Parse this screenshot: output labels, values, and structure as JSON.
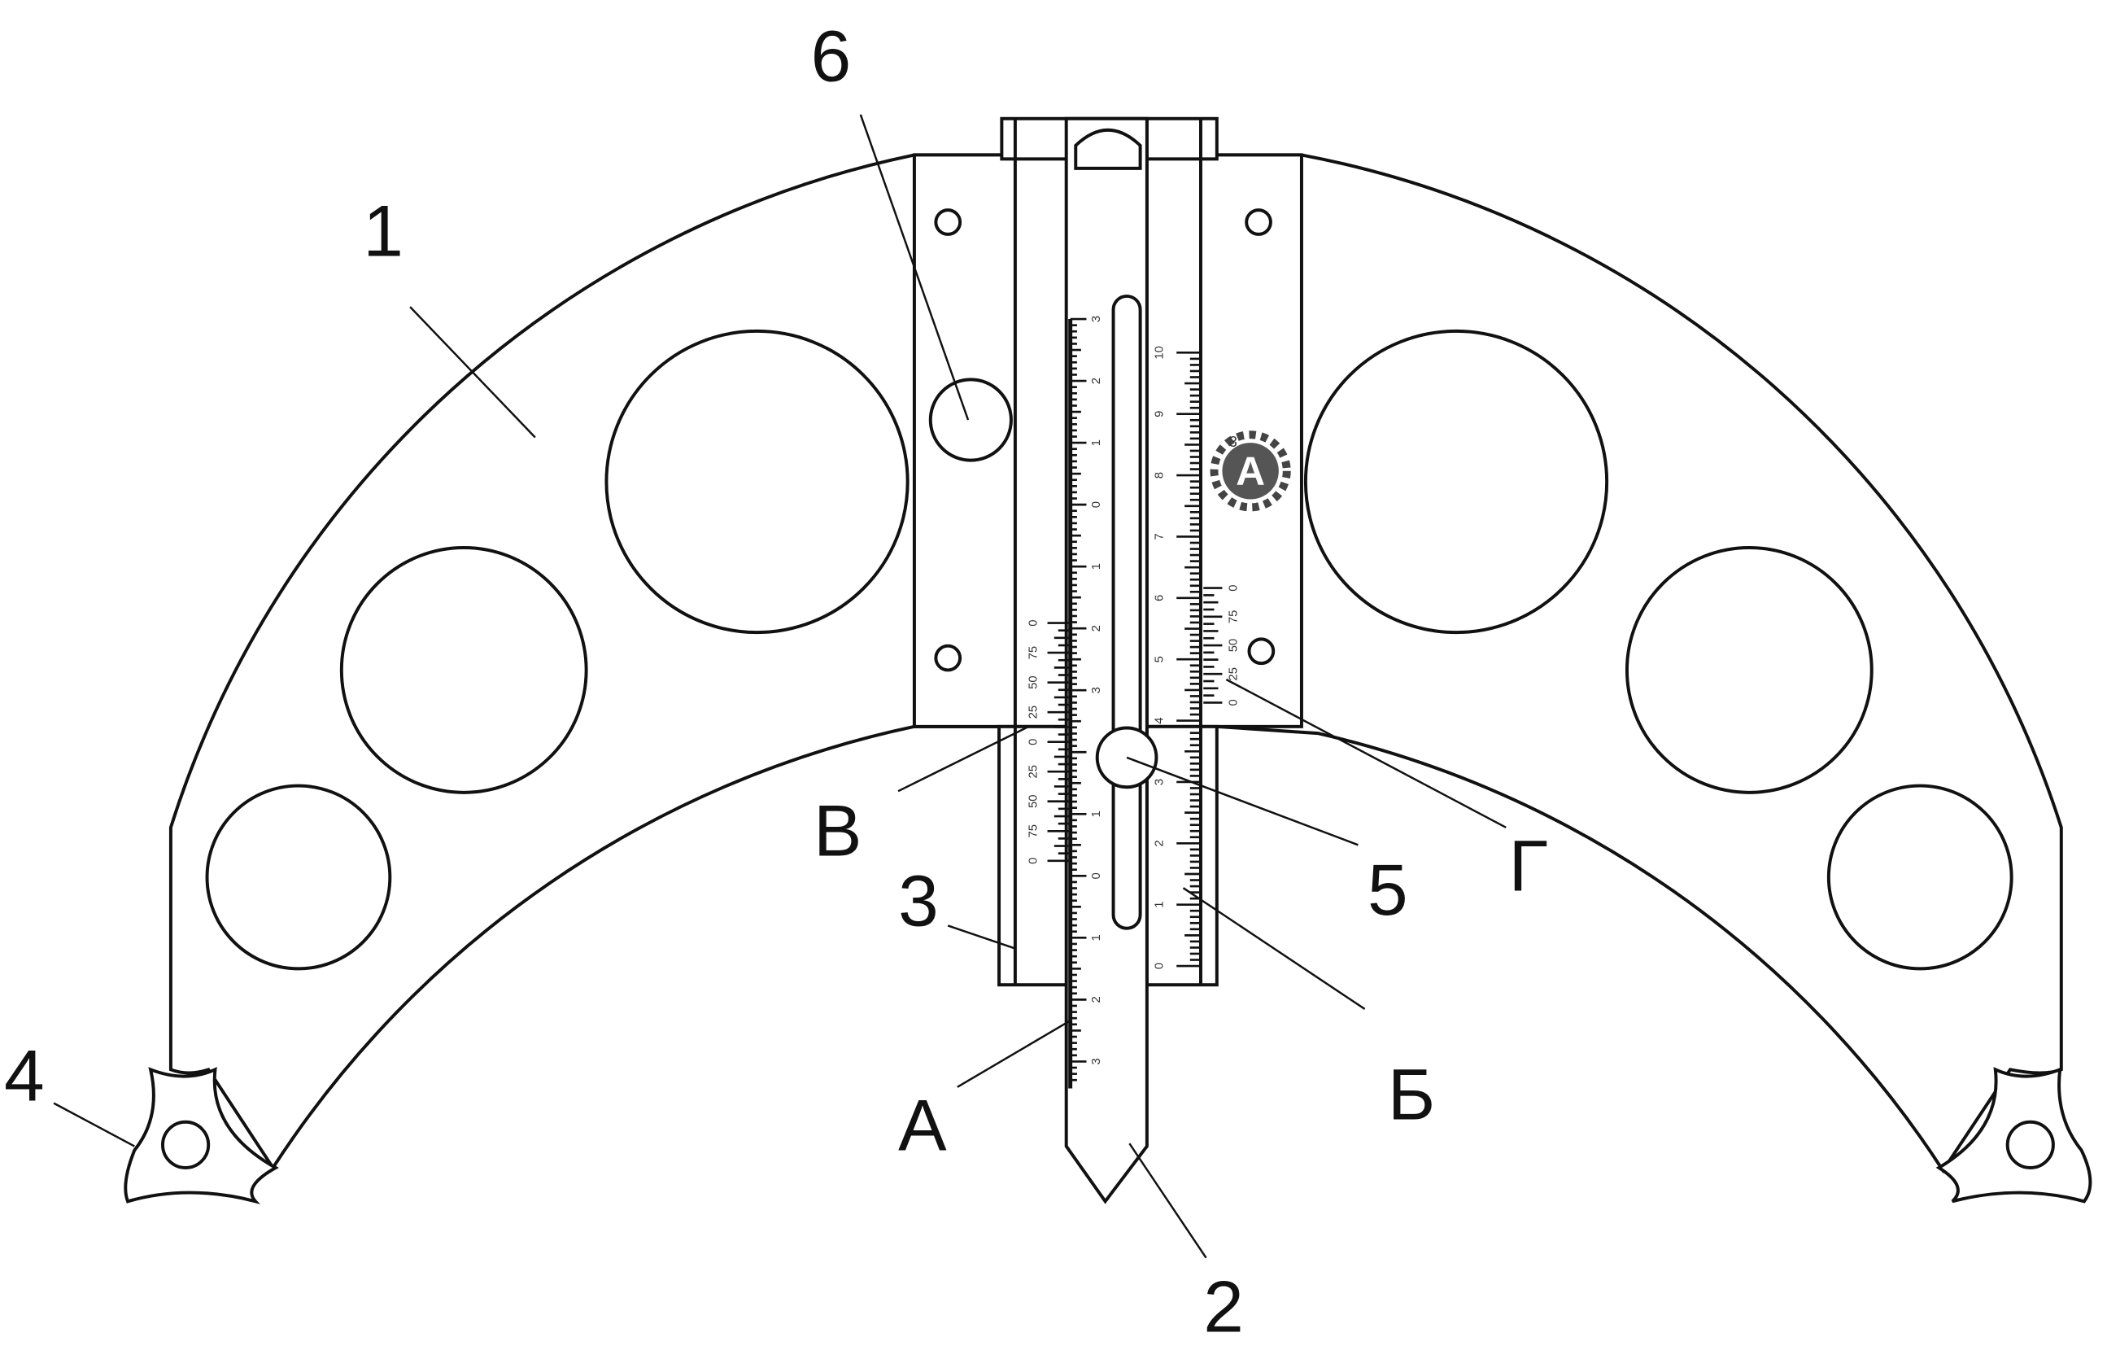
{
  "part_labels": {
    "body": "1",
    "ruler": "2",
    "frame": "3",
    "support": "4",
    "lock_knob": "5",
    "hole": "6",
    "main_scale": "А",
    "frame_scale": "Б",
    "vernier_left": "В",
    "vernier_right": "Г"
  },
  "logo": {
    "letter": "А",
    "superscript": "3"
  },
  "scales": {
    "ruler_labels": [
      "3",
      "2",
      "1",
      "0",
      "1",
      "2",
      "3",
      "",
      "1",
      "0",
      "1",
      "2",
      "3"
    ],
    "frame_labels": [
      "10",
      "9",
      "8",
      "7",
      "6",
      "5",
      "4",
      "3",
      "2",
      "1",
      "0"
    ],
    "vernier_left_labels": [
      "0",
      "75",
      "50",
      "25",
      "0",
      "25",
      "50",
      "75",
      "0"
    ],
    "vernier_right_labels": [
      "0",
      "75",
      "50",
      "25",
      "0"
    ]
  },
  "colors": {
    "line": "#111111",
    "logo": "#555555"
  }
}
